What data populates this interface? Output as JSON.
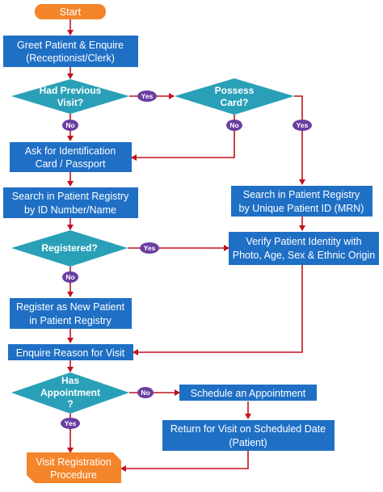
{
  "colors": {
    "process_fill": "#1f6fc5",
    "decision_fill": "#2aa0b8",
    "terminator_fill": "#f5852a",
    "connector": "#c1121f",
    "badge_fill": "#6a3ea1",
    "text": "#ffffff"
  },
  "nodes": {
    "start": "Start",
    "greet": [
      "Greet Patient & Enquire",
      "(Receptionist/Clerk)"
    ],
    "had_previous_visit": [
      "Had Previous",
      "Visit?"
    ],
    "possess_card": [
      "Possess",
      "Card?"
    ],
    "ask_id": [
      "Ask for Identification",
      "Card / Passport"
    ],
    "search_id": [
      "Search in Patient Registry",
      "by ID Number/Name"
    ],
    "search_mrn": [
      "Search in Patient Registry",
      "by Unique Patient ID (MRN)"
    ],
    "registered": "Registered?",
    "verify": [
      "Verify Patient Identity with",
      "Photo, Age, Sex & Ethnic Origin"
    ],
    "register_new": [
      "Register as New Patient",
      "in Patient Registry"
    ],
    "enquire_reason": "Enquire Reason for Visit",
    "has_appointment": [
      "Has",
      "Appointment",
      "?"
    ],
    "schedule": "Schedule an Appointment",
    "return_visit": [
      "Return for Visit on Scheduled Date",
      "(Patient)"
    ],
    "visit_registration": [
      "Visit Registration",
      "Procedure"
    ]
  },
  "badges": {
    "yes": "Yes",
    "no": "No"
  }
}
